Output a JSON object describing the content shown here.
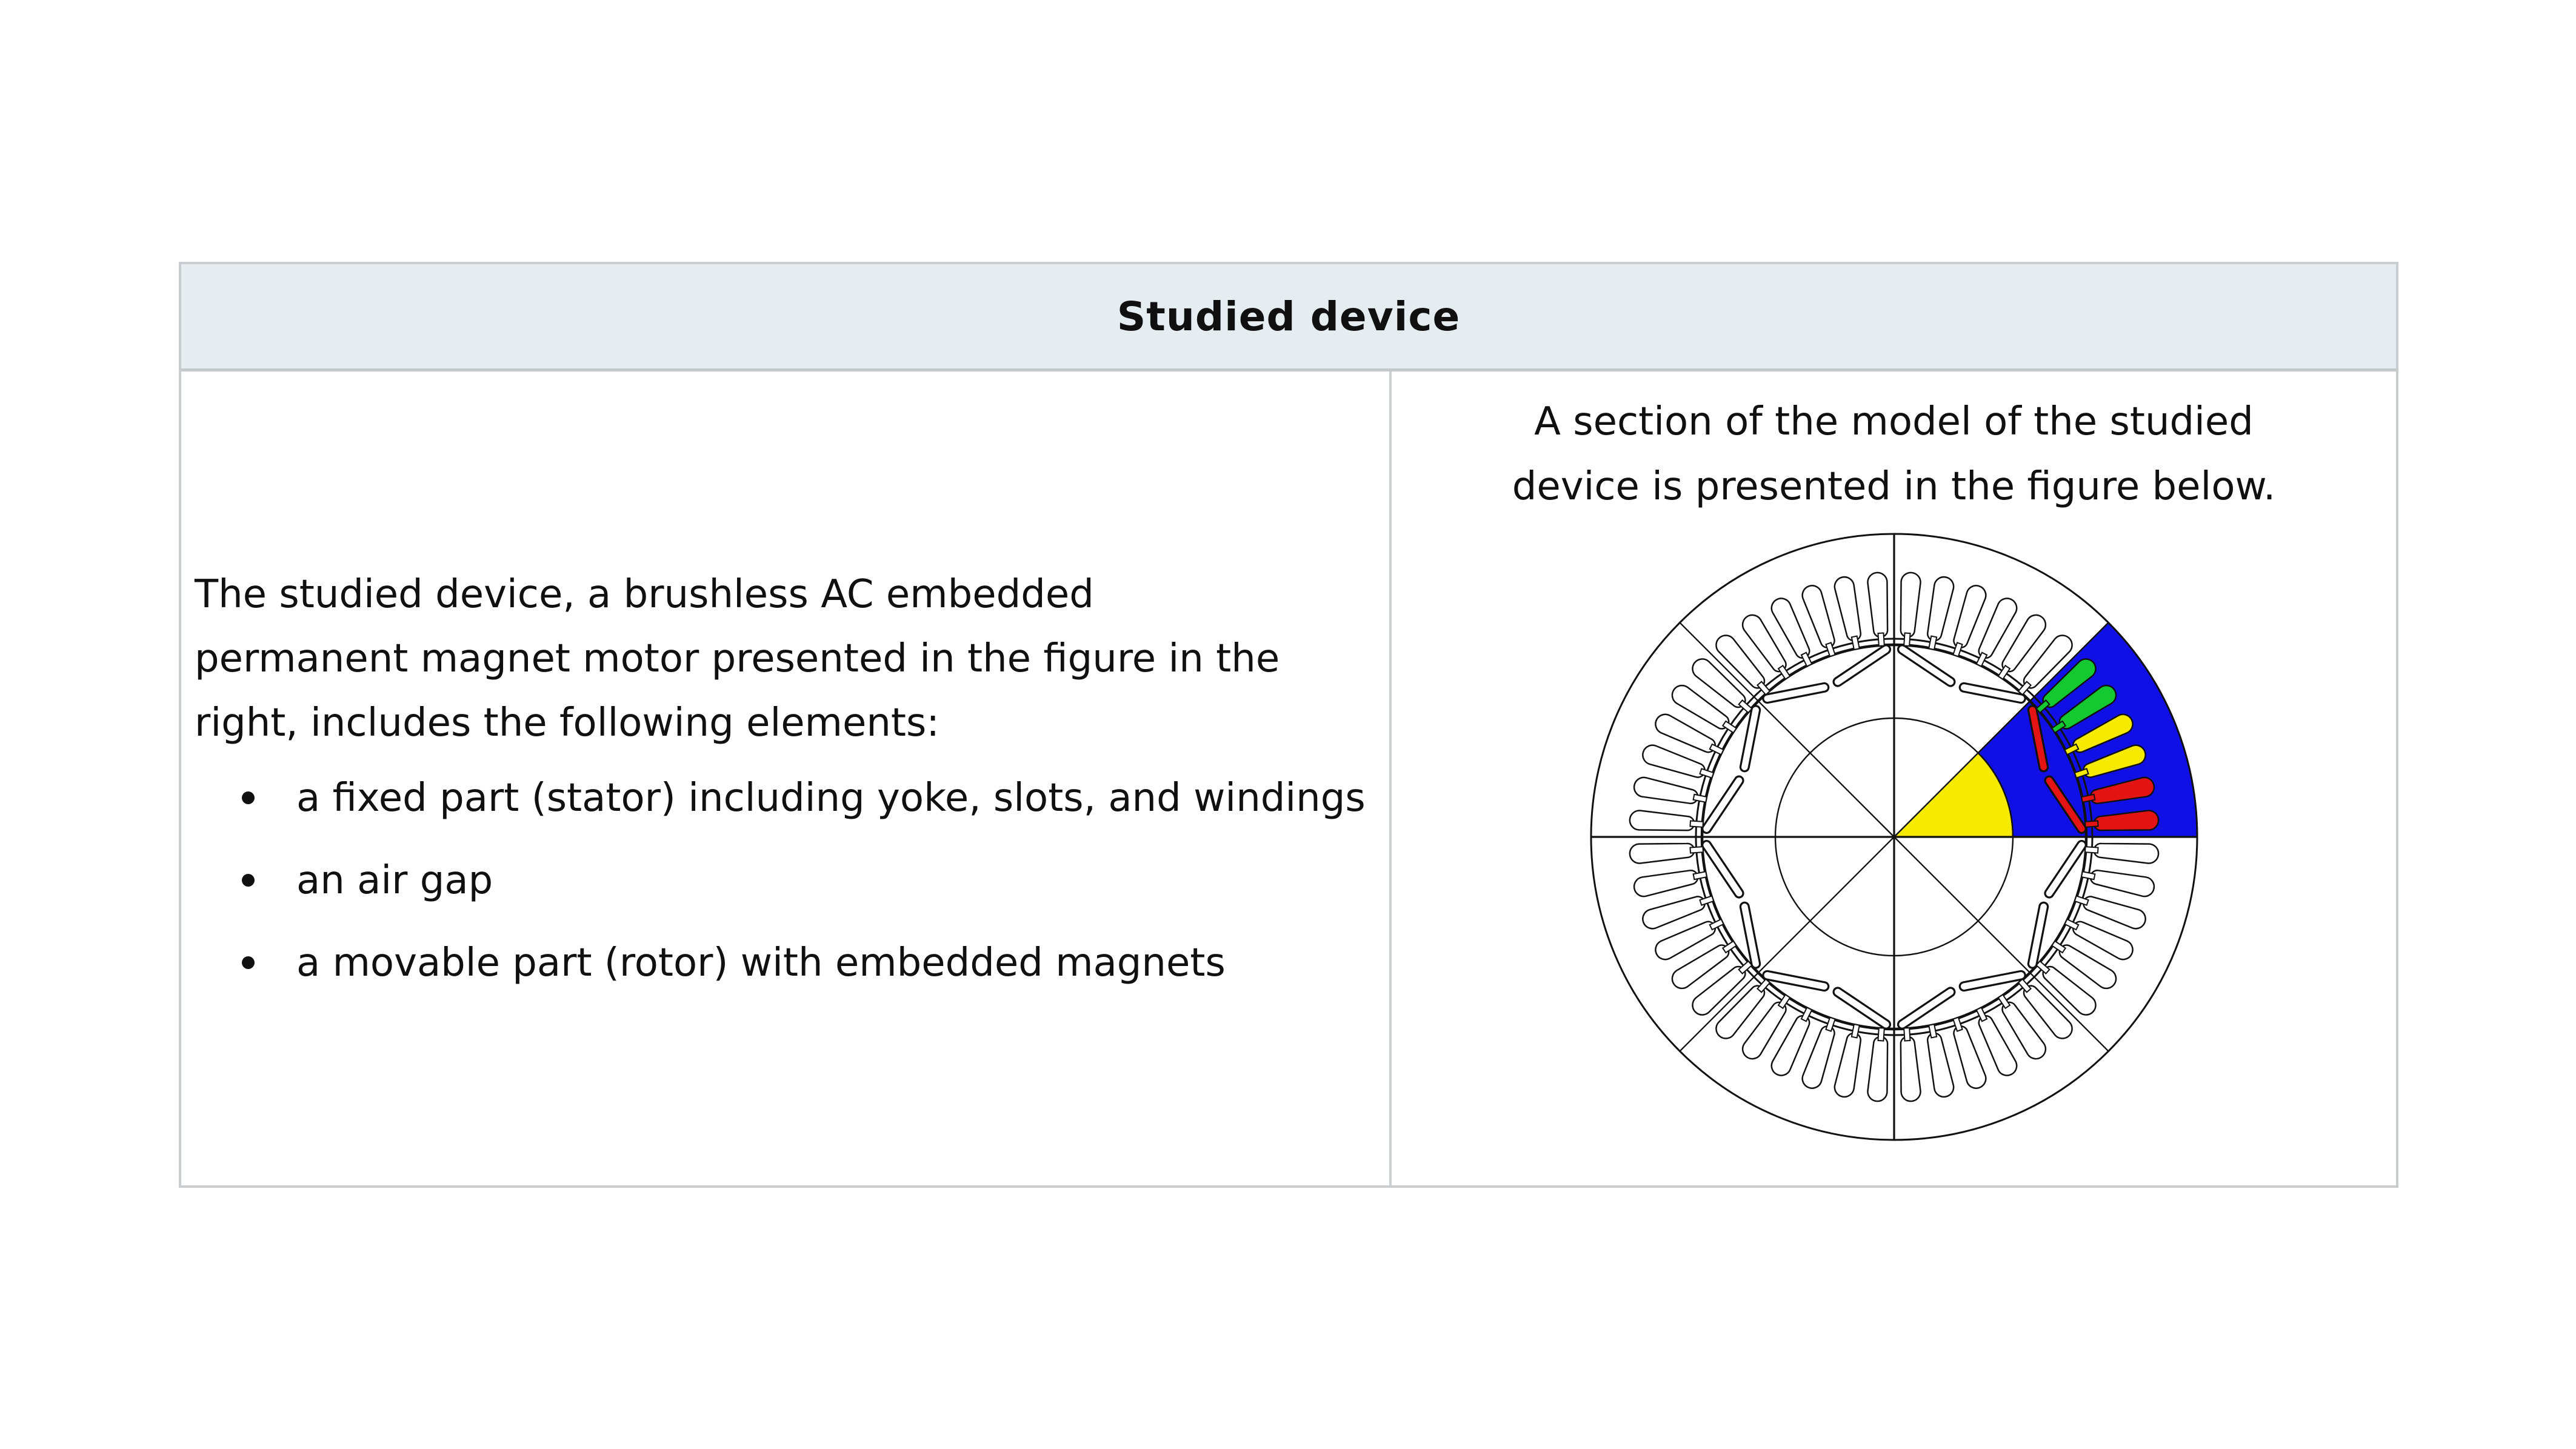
{
  "header": {
    "title": "Studied device"
  },
  "left_cell": {
    "paragraph_lines": [
      "The studied device, a brushless AC embedded",
      "permanent magnet motor presented in the figure in the",
      "right, includes the following elements:"
    ],
    "bullets": [
      "a fixed part (stator) including yoke, slots, and windings",
      "an air gap",
      "a movable part (rotor) with embedded magnets"
    ]
  },
  "right_cell": {
    "caption_lines": [
      "A section of the model of the studied",
      "device is presented in the figure below."
    ],
    "figure": {
      "label": "motor-cross-section-diagram",
      "stator_slot_count": 48,
      "first_slot_angle_deg": 3.75,
      "slot_pitch_deg": 7.5,
      "pole_count": 8,
      "first_pole_center_deg": 22.5,
      "pole_pitch_deg": 45,
      "highlight_sector": {
        "start_deg": 0,
        "end_deg": 45
      },
      "winding_colors_by_sector_slot": [
        "#E41414",
        "#E41414",
        "#F6EA00",
        "#F6EA00",
        "#14C832",
        "#14C832"
      ],
      "highlight_magnet_color": "#E41414",
      "colors": {
        "sector_fill": "#1010E6",
        "rotor_wedge_fill": "#F6EA00",
        "outline": "#111111",
        "slot_fill": "#FFFFFF",
        "background": "#FFFFFF"
      }
    }
  },
  "theme": {
    "header_bg": "#e6edf0",
    "table_border": "#c9cdcf",
    "text_color": "#101010"
  }
}
